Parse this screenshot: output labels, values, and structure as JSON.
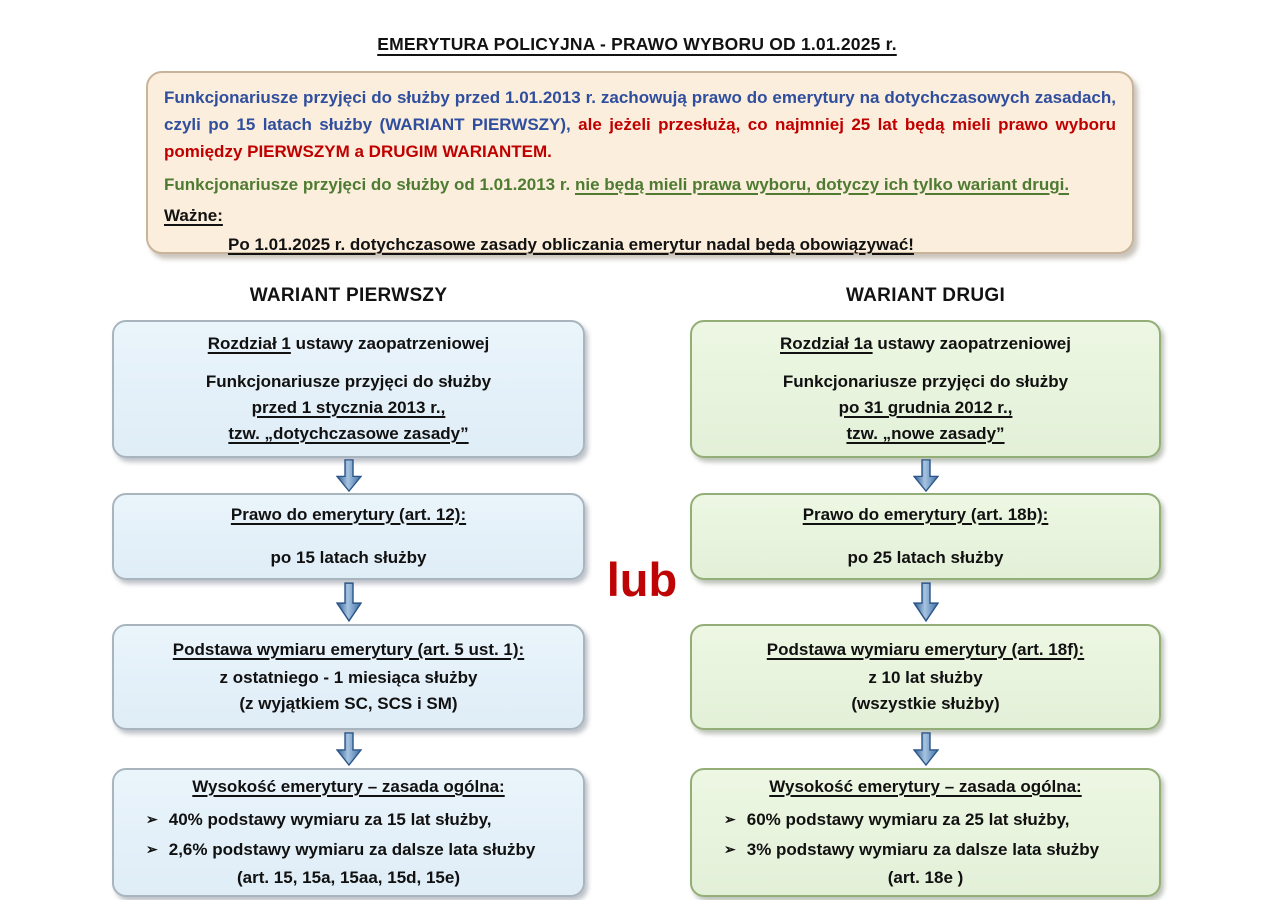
{
  "title": "EMERYTURA POLICYJNA  - PRAWO WYBORU OD 1.01.2025 r.",
  "intro": {
    "p1_blue": "Funkcjonariusze przyjęci do służby przed 1.01.2013 r. zachowują prawo do emerytury na dotychczasowych zasadach, czyli po 15 latach służby (WARIANT PIERWSZY), ",
    "p1_red": "ale jeżeli przesłużą, co najmniej 25 lat będą mieli prawo wyboru pomiędzy PIERWSZYM a DRUGIM WARIANTEM.",
    "p2_green_start": "Funkcjonariusze przyjęci do służby od 1.01.2013 r. ",
    "p2_green_underlined": "nie będą mieli prawa wyboru, dotyczy ich tylko wariant drugi.",
    "wazne_label": "Ważne:",
    "wazne_note": "Po 1.01.2025 r. dotychczasowe zasady obliczania emerytur nadal będą obowiązywać!"
  },
  "connector_label": "lub",
  "glyphs": {
    "bullet": "➢"
  },
  "left": {
    "header": "WARIANT PIERWSZY",
    "box1": {
      "title_underlined": "Rozdział 1",
      "title_rest": " ustawy zaopatrzeniowej",
      "line1": "Funkcjonariusze przyjęci do służby",
      "line2": "przed 1 stycznia 2013 r.,",
      "line3": "tzw. „dotychczasowe zasady”"
    },
    "box2": {
      "header": "Prawo do emerytury (art. 12):",
      "body": "po 15 latach służby"
    },
    "box3": {
      "header": "Podstawa wymiaru emerytury (art. 5 ust. 1):",
      "line1": "z ostatniego - 1 miesiąca służby",
      "line2": "(z wyjątkiem SC, SCS i SM)"
    },
    "box4": {
      "header": "Wysokość emerytury – zasada ogólna:",
      "bullet1": "40% podstawy wymiaru za 15 lat służby,",
      "bullet2": "2,6% podstawy wymiaru za dalsze lata służby",
      "footer": "(art. 15, 15a, 15aa, 15d, 15e)"
    }
  },
  "right": {
    "header": "WARIANT DRUGI",
    "box1": {
      "title_underlined": "Rozdział 1a",
      "title_rest": " ustawy zaopatrzeniowej",
      "line1": "Funkcjonariusze przyjęci do służby",
      "line2": "po 31 grudnia 2012 r.,",
      "line3": "tzw. „nowe zasady”"
    },
    "box2": {
      "header": "Prawo do emerytury (art. 18b):",
      "body": "po 25 latach służby"
    },
    "box3": {
      "header": "Podstawa wymiaru emerytury (art. 18f):",
      "line1": "z 10 lat służby",
      "line2": "(wszystkie służby)"
    },
    "box4": {
      "header": "Wysokość emerytury – zasada ogólna:",
      "bullet1": "60% podstawy wymiaru za 25 lat służby,",
      "bullet2": "3% podstawy wymiaru za dalsze lata służby",
      "footer": "(art. 18e )"
    }
  },
  "colors": {
    "intro_background": "#FBEEDC",
    "intro_border": "#C9B49A",
    "blue_text": "#2F4E9E",
    "red_text": "#C00000",
    "green_text": "#4E7B31",
    "box_blue_fill": "#E4F1F9",
    "box_blue_border": "#A9B5BE",
    "box_green_fill": "#E8F4DD",
    "box_green_border": "#93AE77",
    "arrow_blue": "#3E6DA6",
    "or_label_red": "#BE0404"
  }
}
